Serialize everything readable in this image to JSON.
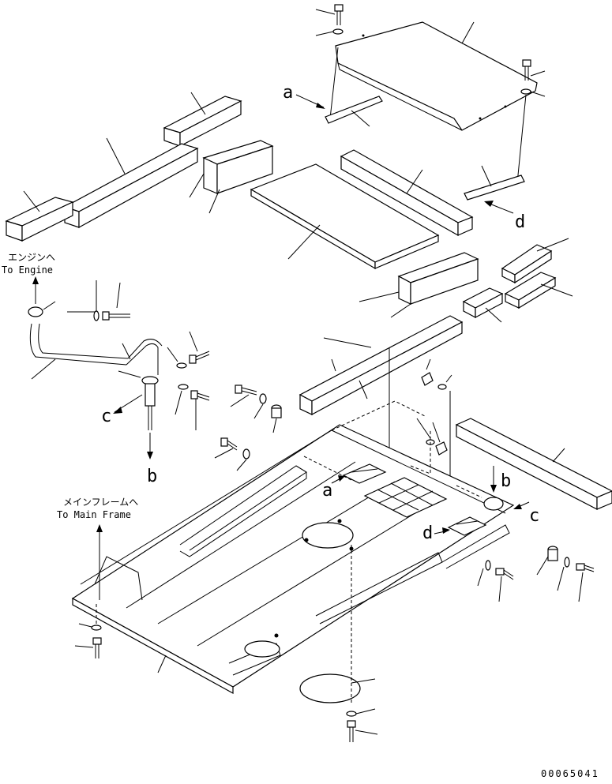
{
  "labels": {
    "to_engine_jp": "エンジンへ",
    "to_engine_en": "To Engine",
    "to_main_frame_jp": "メインフレームへ",
    "to_main_frame_en": "To Main Frame"
  },
  "callouts": {
    "a_top": "a",
    "d_top": "d",
    "c_left": "c",
    "b_left": "b",
    "a_floor": "a",
    "b_floor": "b",
    "c_floor": "c",
    "d_floor": "d"
  },
  "drawing_number": "00065041"
}
